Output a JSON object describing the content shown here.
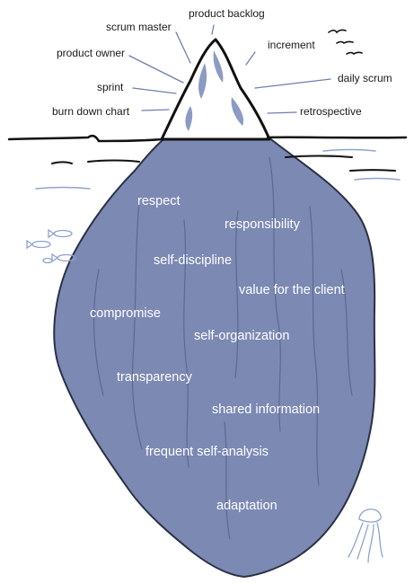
{
  "visible_part": {
    "items": [
      "product backlog",
      "scrum master",
      "increment",
      "product owner",
      "daily scrum",
      "sprint",
      "burn down chart",
      "retrospective"
    ]
  },
  "hidden_part": {
    "values": [
      "respect",
      "responsibility",
      "self-discipline",
      "value for the client",
      "compromise",
      "self-organization",
      "transparency",
      "shared information",
      "frequent self-analysis",
      "adaptation"
    ]
  },
  "colors": {
    "iceberg_fill": "#7b89b3",
    "iceberg_line": "#2b3145",
    "water_line": "#111111",
    "tip_shadow": "#8c9bc4",
    "fish": "#8fa3cf",
    "jellyfish": "#8fa3cf",
    "value_text": "#ffffff",
    "label_text": "#1a1a1a"
  },
  "icons": [
    "bird-icon",
    "fish-icon",
    "jellyfish-icon"
  ]
}
